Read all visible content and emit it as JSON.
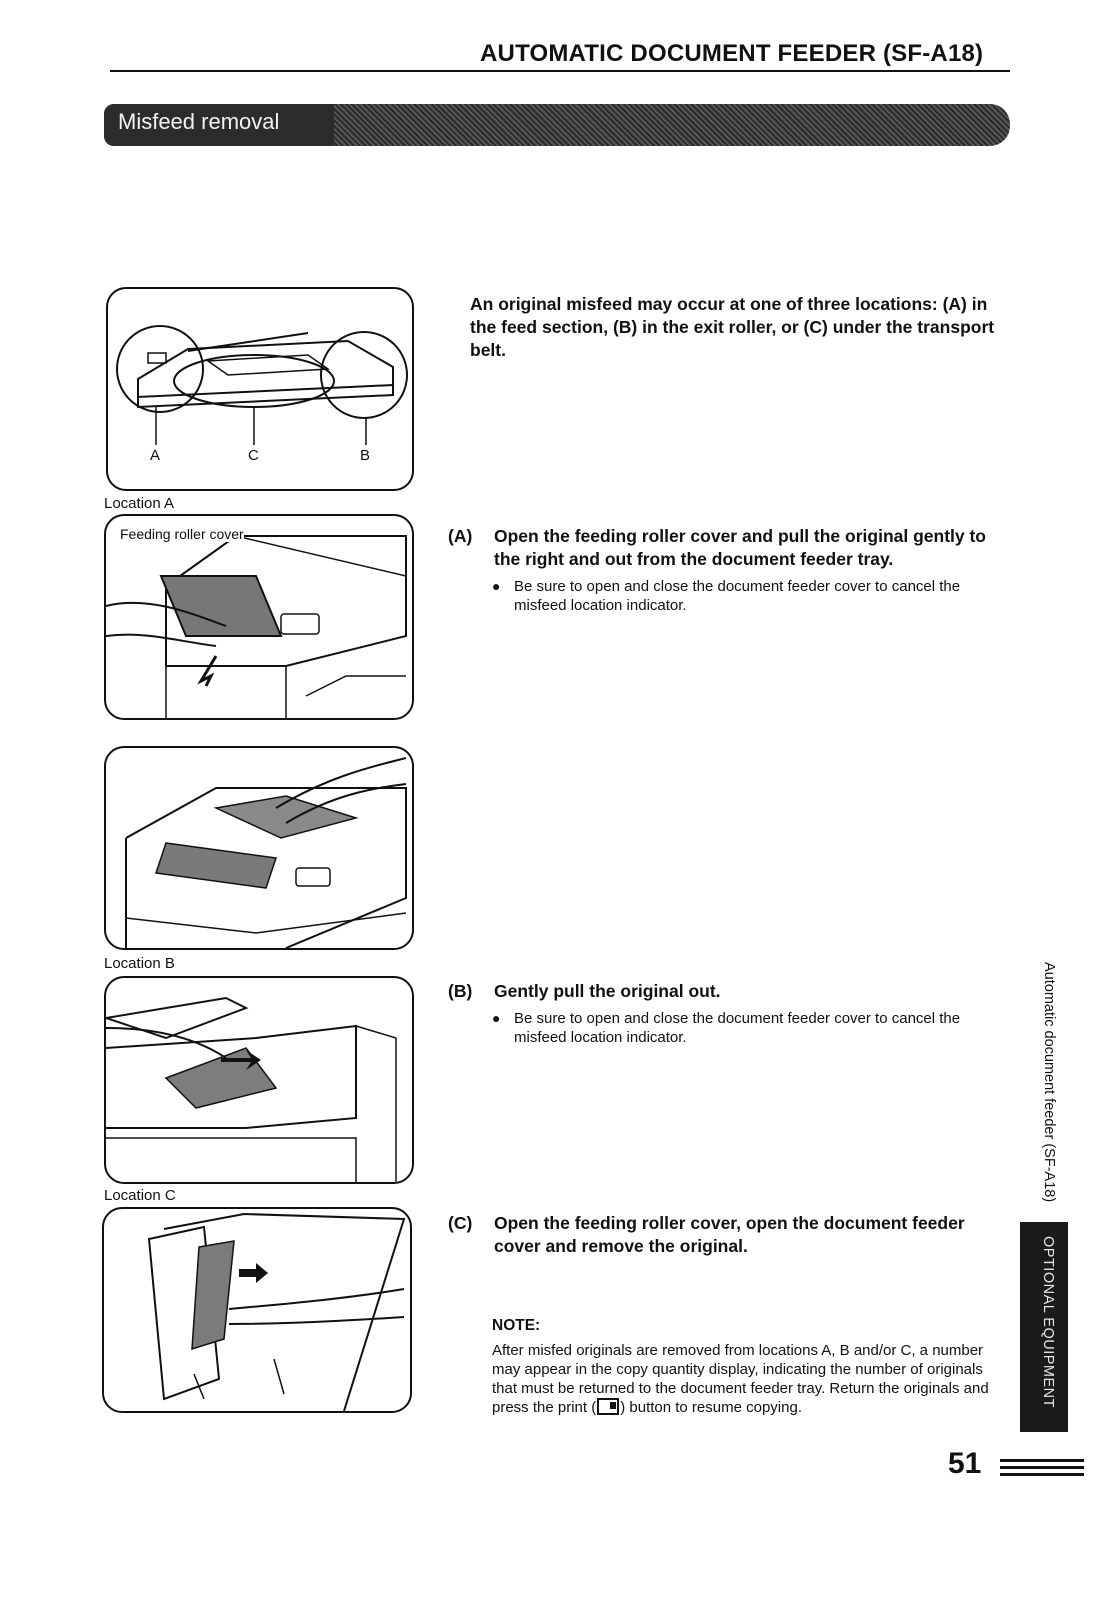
{
  "header": {
    "title": "AUTOMATIC DOCUMENT FEEDER (SF-A18)"
  },
  "section": {
    "title": "Misfeed removal"
  },
  "overview_figure": {
    "labels": [
      "A",
      "C",
      "B"
    ]
  },
  "intro": "An original misfeed may occur at one of three locations: (A) in the feed section, (B) in the exit roller, or (C) under the transport belt.",
  "location_a": {
    "caption": "Location A",
    "callout": "Feeding roller cover",
    "letter": "(A)",
    "instruction": "Open the feeding roller cover and pull the original gently to the right and out from the document feeder tray.",
    "bullet": "Be sure to open and close the document feeder cover to cancel the misfeed location indicator."
  },
  "location_b": {
    "caption": "Location B",
    "letter": "(B)",
    "instruction": "Gently pull the original out.",
    "bullet": "Be sure to open and close the document feeder cover to cancel the misfeed location indicator."
  },
  "location_c": {
    "caption": "Location C",
    "letter": "(C)",
    "instruction": "Open the feeding roller cover, open the document feeder cover and remove the original."
  },
  "note": {
    "heading": "NOTE:",
    "text_before": "After misfed originals are removed from locations A, B and/or C, a number may appear in the copy quantity display, indicating the number of originals that must be returned to the document feeder tray. Return the originals and press the print (",
    "text_after": ") button to resume copying."
  },
  "side": {
    "section_label": "Automatic document feeder (SF-A18)",
    "tab_label": "OPTIONAL EQUIPMENT"
  },
  "page_number": "51"
}
